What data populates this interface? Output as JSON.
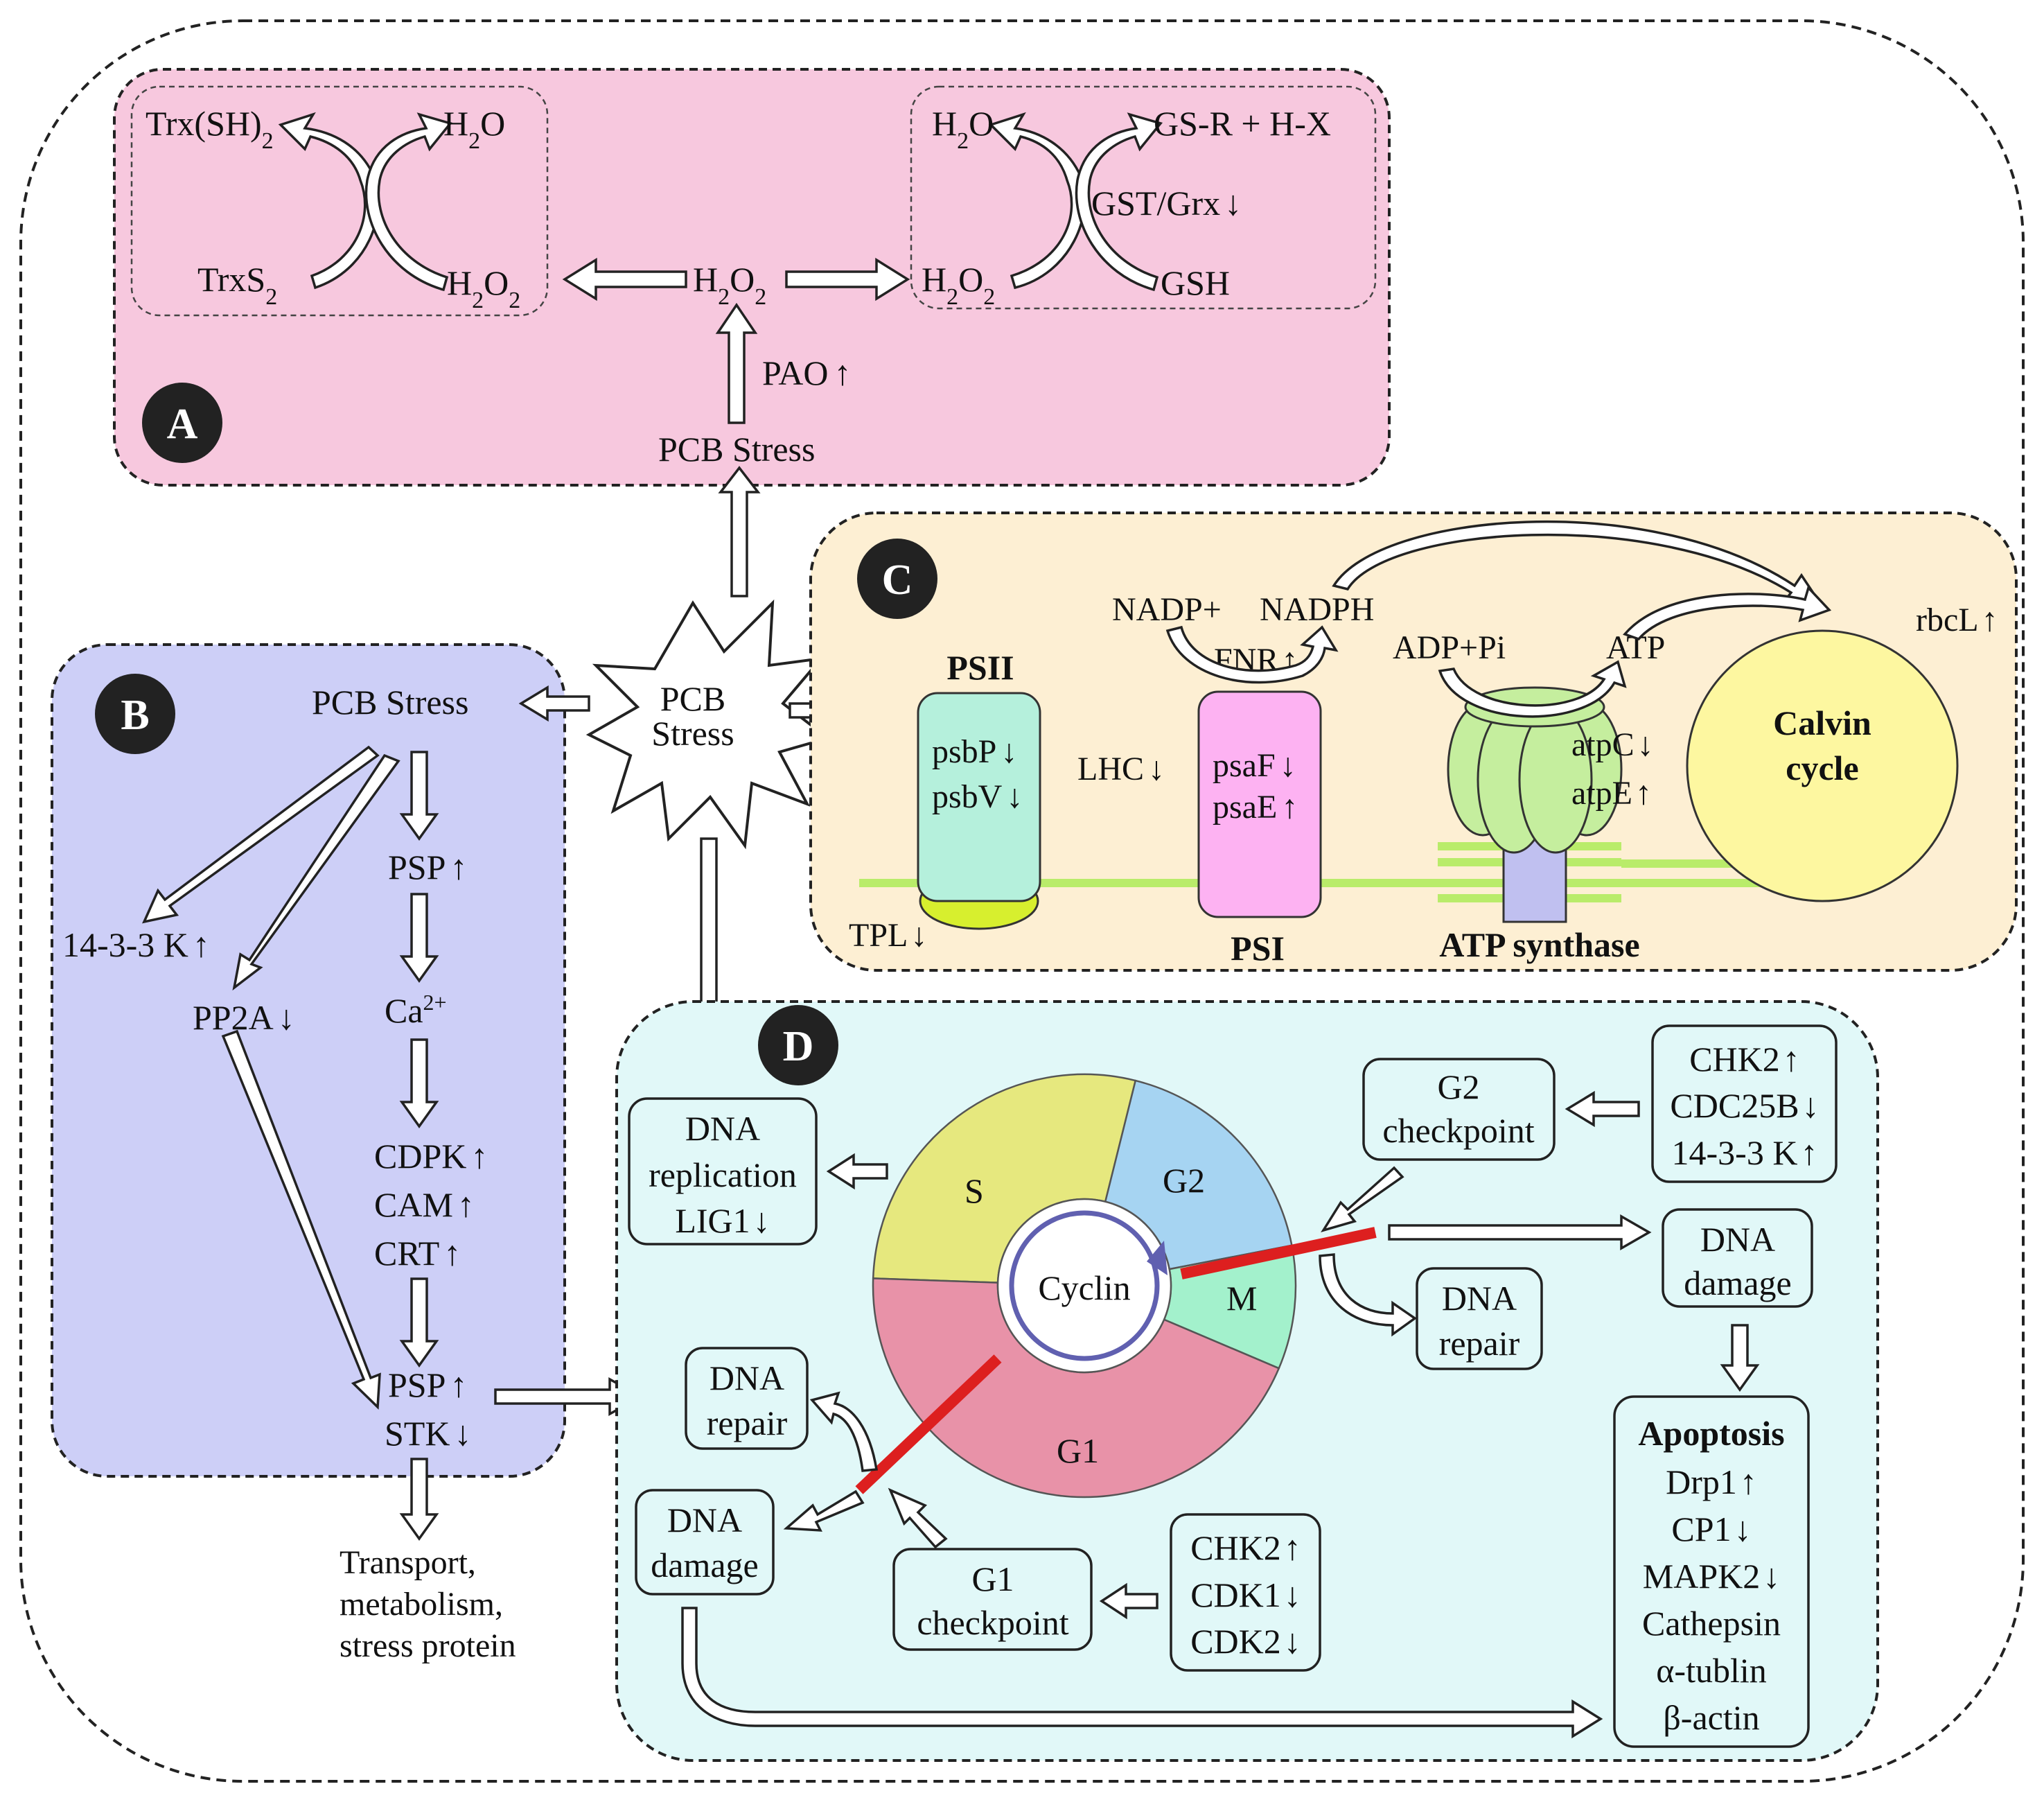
{
  "panels": {
    "A": {
      "badge": "A",
      "trx": {
        "reduced": "Trx(SH)",
        "reduced_sub": "2",
        "oxidized": "TrxS",
        "oxidized_sub": "2"
      },
      "h2o": "H",
      "h2o_sub": "2",
      "h2o_tail": "O",
      "h2o2_tail": "O",
      "h2o2_sub2": "2",
      "gs": {
        "product": "GS-R + H-X",
        "enzyme": "GST/Grx",
        "enzyme_dir": "↓",
        "substrate": "GSH"
      },
      "pao": "PAO",
      "pao_dir": "↑",
      "stress": "PCB Stress"
    },
    "B": {
      "badge": "B",
      "stress": "PCB Stress",
      "k1433": "14-3-3 K",
      "k1433_dir": "↑",
      "pp2a": "PP2A",
      "pp2a_dir": "↓",
      "psp1": "PSP",
      "psp1_dir": "↑",
      "ca": "Ca",
      "ca_sup": "2+",
      "cdpk": "CDPK",
      "cdpk_dir": "↑",
      "cam": "CAM",
      "cam_dir": "↑",
      "crt": "CRT",
      "crt_dir": "↑",
      "psp2": "PSP",
      "psp2_dir": "↑",
      "stk": "STK",
      "stk_dir": "↓",
      "outcome_1": "Transport,",
      "outcome_2": "metabolism,",
      "outcome_3": "stress protein"
    },
    "center": {
      "burst_1": "PCB",
      "burst_2": "Stress"
    },
    "C": {
      "badge": "C",
      "psii": "PSII",
      "psbp": "psbP",
      "psbp_dir": "↓",
      "psbv": "psbV",
      "psbv_dir": "↓",
      "lhc": "LHC",
      "lhc_dir": "↓",
      "tpl": "TPL",
      "tpl_dir": "↓",
      "nadp": "NADP+",
      "nadph": "NADPH",
      "fnr": "FNR",
      "fnr_dir": "↑",
      "psaf": "psaF",
      "psaf_dir": "↓",
      "psae": "psaE",
      "psae_dir": "↑",
      "psi": "PSI",
      "adp": "ADP+Pi",
      "atp": "ATP",
      "atpc": "atpC",
      "atpc_dir": "↓",
      "atpe": "atpE",
      "atpe_dir": "↑",
      "atp_synthase": "ATP synthase",
      "calvin_1": "Calvin",
      "calvin_2": "cycle",
      "rbcl": "rbcL",
      "rbcl_dir": "↑"
    },
    "D": {
      "badge": "D",
      "phase_s": "S",
      "phase_g2": "G2",
      "phase_m": "M",
      "phase_g1": "G1",
      "cyclin": "Cyclin",
      "dna_rep_1": "DNA",
      "dna_rep_2": "replication",
      "lig1": "LIG1",
      "lig1_dir": "↓",
      "g2_cp_1": "G2",
      "g2_cp_2": "checkpoint",
      "chk2_top": "CHK2",
      "chk2_top_dir": "↑",
      "cdc25b": "CDC25B",
      "cdc25b_dir": "↓",
      "k1433": "14-3-3 K",
      "k1433_dir": "↑",
      "dna_damage_right_1": "DNA",
      "dna_damage_right_2": "damage",
      "dna_repair_right_1": "DNA",
      "dna_repair_right_2": "repair",
      "dna_repair_left_1": "DNA",
      "dna_repair_left_2": "repair",
      "dna_damage_left_1": "DNA",
      "dna_damage_left_2": "damage",
      "g1_cp_1": "G1",
      "g1_cp_2": "checkpoint",
      "chk2_bot": "CHK2",
      "chk2_bot_dir": "↑",
      "cdk1": "CDK1",
      "cdk1_dir": "↓",
      "cdk2": "CDK2",
      "cdk2_dir": "↓",
      "apoptosis": "Apoptosis",
      "drp1": "Drp1",
      "drp1_dir": "↑",
      "cp1": "CP1",
      "cp1_dir": "↓",
      "mapk2": "MAPK2",
      "mapk2_dir": "↓",
      "cathepsin": "Cathepsin",
      "tublin": "α-tublin",
      "actin": "β-actin"
    }
  },
  "colors": {
    "panel_a": "#f7c8de",
    "panel_b": "#cdcff7",
    "panel_c": "#fdefd3",
    "panel_d": "#e1f8f8",
    "phase_s": "#e6e87e",
    "phase_g2": "#a6d4f2",
    "phase_m": "#a3f1cc",
    "phase_g1": "#e892a8",
    "psii": "#b5f0dc",
    "psi": "#fdb2f2",
    "atp_synthase_head": "#c5ee9e",
    "atp_synthase_stalk": "#c0c0f0",
    "membrane": "#b9ec6a",
    "calvin": "#fdf7a0",
    "checkpoint_bar": "#dd1f1f",
    "badge": "#222222"
  }
}
